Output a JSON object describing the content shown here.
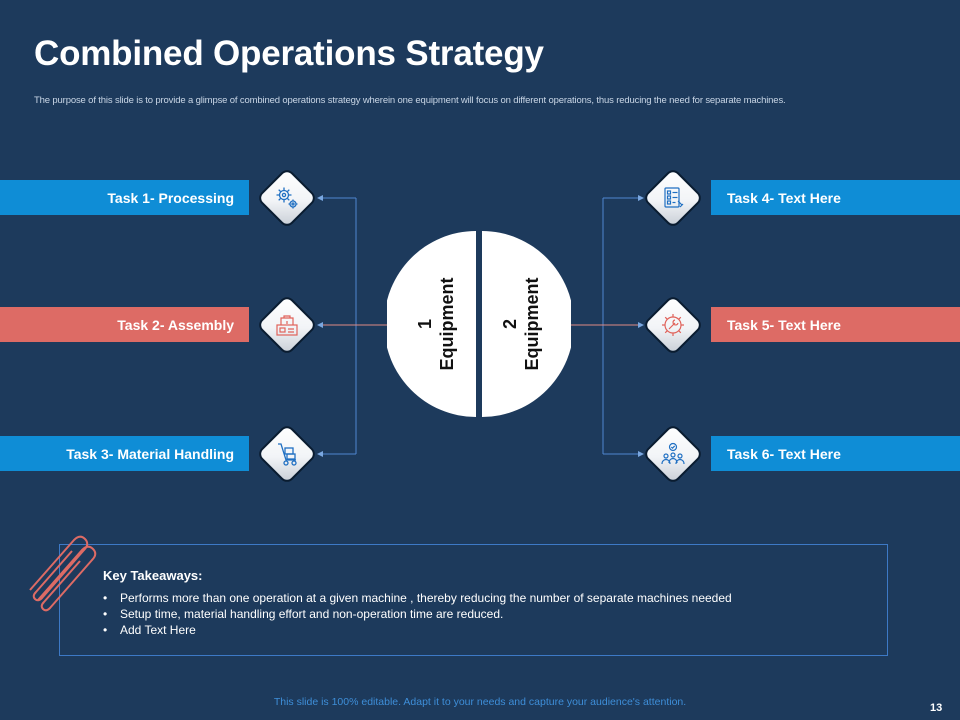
{
  "slide": {
    "title": "Combined Operations Strategy",
    "subtitle": "The purpose of this slide is to provide a glimpse of combined operations strategy wherein one equipment will focus on different operations, thus reducing the need for separate machines."
  },
  "tasks_left": [
    {
      "label": "Task 1- Processing",
      "icon": "gears-icon",
      "color": "#0f8dd6"
    },
    {
      "label": "Task 2- Assembly",
      "icon": "assembly-machine-icon",
      "color": "#dd6b65"
    },
    {
      "label": "Task 3- Material Handling",
      "icon": "hand-truck-icon",
      "color": "#0f8dd6"
    }
  ],
  "tasks_right": [
    {
      "label": "Task 4- Text Here",
      "icon": "checklist-icon",
      "color": "#0f8dd6"
    },
    {
      "label": "Task 5- Text Here",
      "icon": "gear-wrench-icon",
      "color": "#dd6b65"
    },
    {
      "label": "Task 6- Text Here",
      "icon": "team-check-icon",
      "color": "#0f8dd6"
    }
  ],
  "equipment": [
    {
      "number": "1",
      "label": "Equipment"
    },
    {
      "number": "2",
      "label": "Equipment"
    }
  ],
  "takeaways": {
    "heading": "Key Takeaways:",
    "items": [
      "Performs more than one operation at a given machine , thereby reducing the number of separate machines needed",
      "Setup time, material handling effort and non-operation  time are reduced.",
      "Add Text Here"
    ]
  },
  "footer": {
    "note": "This slide is 100% editable. Adapt it to your needs and capture your audience's attention.",
    "page_number": "13"
  }
}
